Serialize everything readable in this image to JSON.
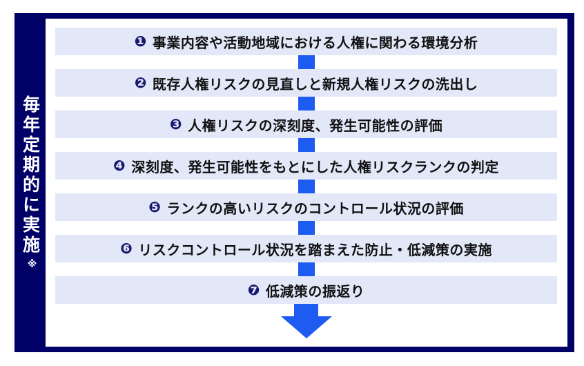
{
  "diagram": {
    "sidebar": {
      "label": "毎年定期的に実施",
      "note_mark": "※"
    },
    "steps": [
      {
        "num": "❶",
        "text": "事業内容や活動地域における人権に関わる環境分析"
      },
      {
        "num": "❷",
        "text": "既存人権リスクの見直しと新規人権リスクの洗出し"
      },
      {
        "num": "❸",
        "text": "人権リスクの深刻度、発生可能性の評価"
      },
      {
        "num": "❹",
        "text": "深刻度、発生可能性をもとにした人権リスクランクの判定"
      },
      {
        "num": "❺",
        "text": "ランクの高いリスクのコントロール状況の評価"
      },
      {
        "num": "❻",
        "text": "リスクコントロール状況を踏まえた防止・低減策の実施"
      },
      {
        "num": "❼",
        "text": "低減策の振返り"
      }
    ],
    "colors": {
      "frame_navy": "#000066",
      "bar_fill": "#e3e8f9",
      "connector_blue": "#1e5bf0",
      "step_badge_navy": "#191970",
      "text_color": "#111111"
    }
  }
}
